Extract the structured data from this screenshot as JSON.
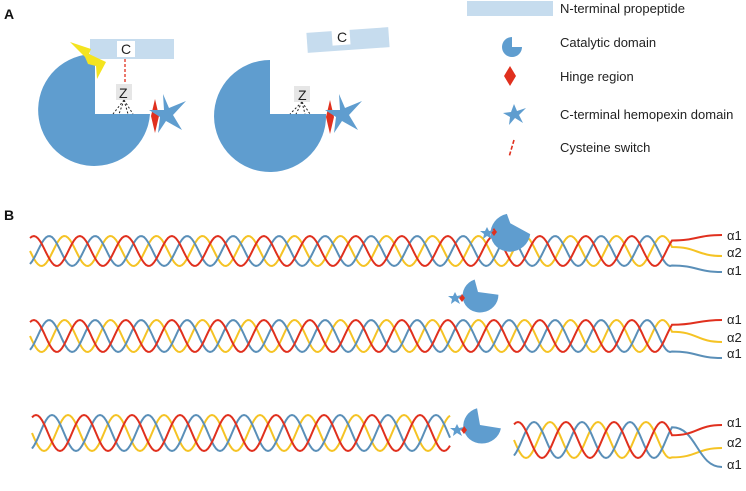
{
  "panels": {
    "a": "A",
    "b": "B"
  },
  "diagram_a": {
    "left": {
      "propeptide_letter": "C",
      "zinc_letter": "Z"
    },
    "right": {
      "propeptide_letter": "C",
      "zinc_letter": "Z"
    }
  },
  "legend": [
    {
      "id": "propeptide",
      "label": "N-terminal propeptide",
      "icon": "propeptide-bar-icon",
      "color": "#c6dcee"
    },
    {
      "id": "catalytic",
      "label": "Catalytic domain",
      "icon": "pacman-icon",
      "color": "#5f9dcf"
    },
    {
      "id": "hinge",
      "label": "Hinge region",
      "icon": "diamond-icon",
      "color": "#e0301e"
    },
    {
      "id": "hemopexin",
      "label": "C-terminal hemopexin domain",
      "icon": "star-icon",
      "color": "#5f9dcf"
    },
    {
      "id": "switch",
      "label": "Cysteine switch",
      "icon": "dashed-line-icon",
      "color": "#e0301e"
    }
  ],
  "strand_labels": [
    "α1",
    "α2",
    "α1"
  ],
  "colors": {
    "red_strand": "#e0301e",
    "yellow_strand": "#f5c324",
    "blue_strand": "#5a8fb8",
    "domain_blue": "#5f9dcf",
    "propeptide": "#c6dcee",
    "lightning": "#f4e41f"
  }
}
